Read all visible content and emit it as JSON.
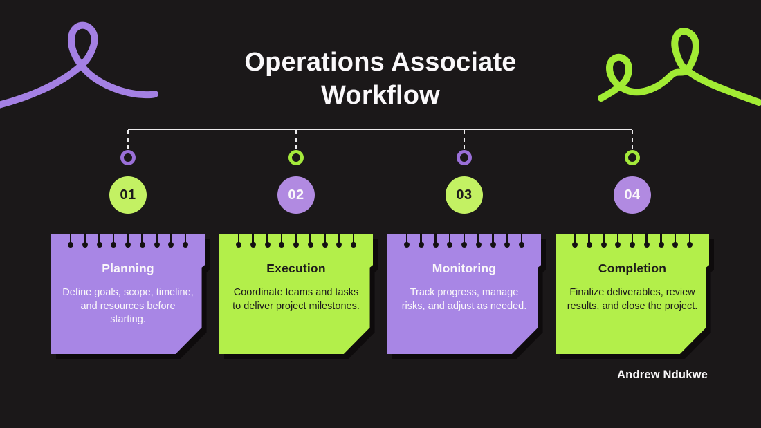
{
  "title": {
    "line1": "Operations Associate",
    "line2": "Workflow"
  },
  "attribution": "Andrew Ndukwe",
  "colors": {
    "background": "#1b1819",
    "purple": "#a886e5",
    "green": "#b3ef4a",
    "circle-green": "#c3f163",
    "circle-purple": "#b18ae1",
    "ring-purple": "#9a6fd8",
    "ring-green": "#a4e93b",
    "squiggle-purple": "#a480e4",
    "squiggle-green": "#a2ec34",
    "line": "#eceaec",
    "text-light": "#faf8fa",
    "text-dark": "#1d1a1b",
    "pin": "#141112",
    "shadow": "#0e0b0c"
  },
  "steps": [
    {
      "number": "01",
      "title": "Planning",
      "description": "Define goals, scope, timeline, and resources before starting."
    },
    {
      "number": "02",
      "title": "Execution",
      "description": "Coordinate teams and tasks to deliver project milestones."
    },
    {
      "number": "03",
      "title": "Monitoring",
      "description": "Track progress, manage risks, and adjust as needed."
    },
    {
      "number": "04",
      "title": "Completion",
      "description": "Finalize deliverables, review results, and close the project."
    }
  ]
}
